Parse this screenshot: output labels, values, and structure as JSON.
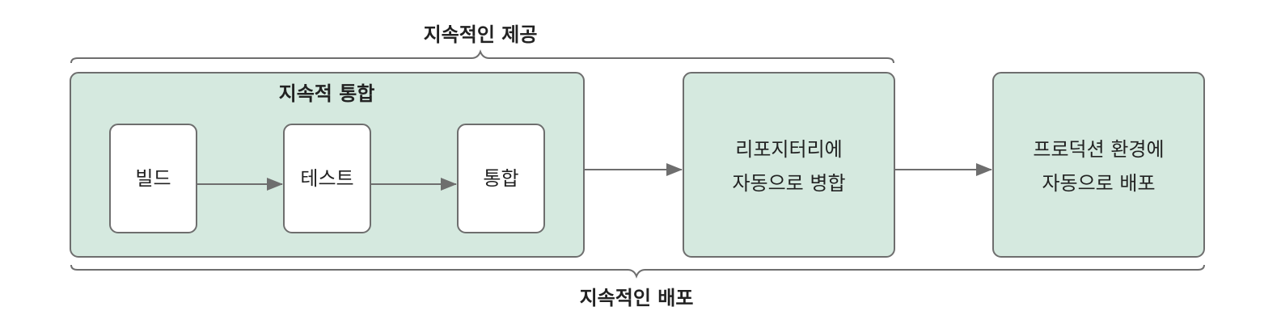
{
  "top_brace_label": "지속적인 제공",
  "bottom_brace_label": "지속적인 배포",
  "ci_group_title": "지속적 통합",
  "steps": {
    "build": "빌드",
    "test": "테스트",
    "integrate": "통합"
  },
  "repo_merge": {
    "line1": "리포지터리에",
    "line2": "자동으로 병합"
  },
  "prod_deploy": {
    "line1": "프로덕션 환경에",
    "line2": "자동으로 배포"
  },
  "colors": {
    "box_fill": "#d5e9df",
    "inner_fill": "#ffffff",
    "stroke": "#6e6e6e",
    "arrow": "#6e6e6e"
  }
}
